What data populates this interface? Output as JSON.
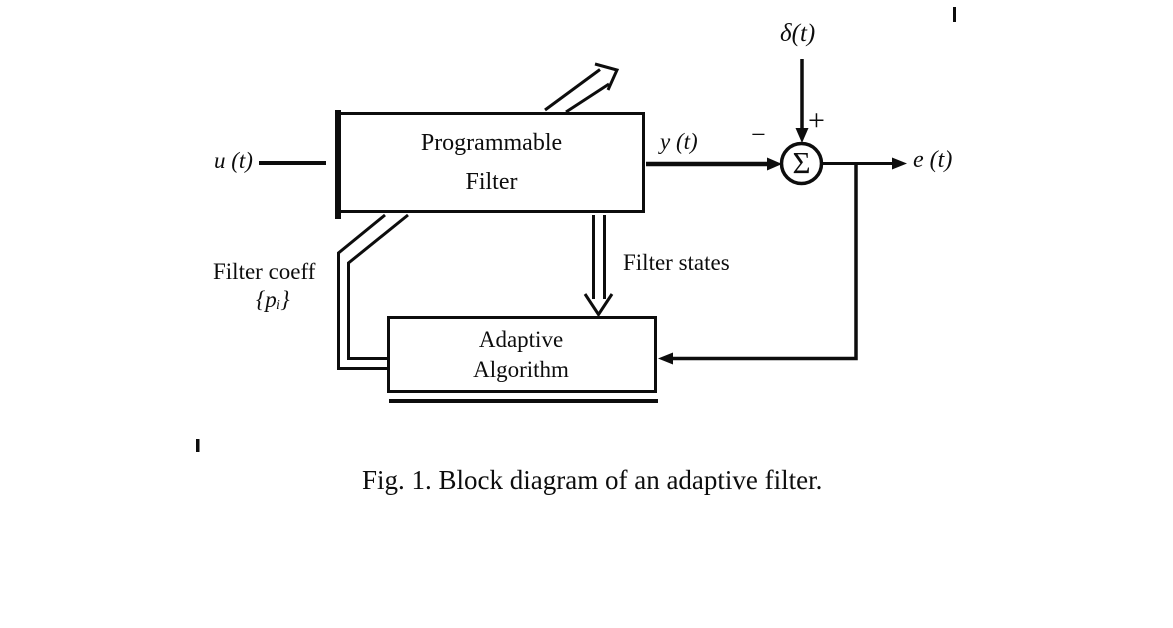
{
  "figure": {
    "caption": "Fig. 1. Block diagram of an adaptive filter.",
    "blocks": {
      "programmable_filter": {
        "line1": "Programmable",
        "line2": "Filter"
      },
      "adaptive_algorithm": {
        "line1": "Adaptive",
        "line2": "Algorithm"
      }
    },
    "signals": {
      "input": "u (t)",
      "filter_output": "y (t)",
      "desired": "δ(t)",
      "error": "e (t)"
    },
    "summing_junction": {
      "symbol": "Σ",
      "sign_plus": "+",
      "sign_minus": "−"
    },
    "annotations": {
      "filter_states": "Filter states",
      "filter_coeff_line1": "Filter coeff",
      "filter_coeff_line2": "{pᵢ}"
    },
    "colors": {
      "ink": "#0d0d0d",
      "paper": "#ffffff"
    }
  }
}
